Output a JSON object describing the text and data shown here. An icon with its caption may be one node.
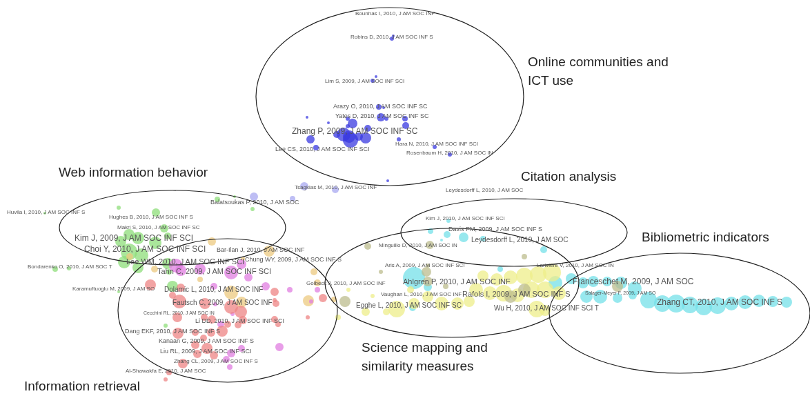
{
  "diagram": {
    "nodes": [
      {
        "text": [
          "Online communities and ICT use"
        ]
      },
      {
        "text": [
          "Web information behavior"
        ]
      },
      {
        "text": [
          "Citation analysis"
        ]
      },
      {
        "text": [
          "Bibliometric indicators"
        ]
      },
      {
        "text": [
          "Science mapping and similarity measures"
        ]
      },
      {
        "text": [
          "Information retrieval"
        ]
      }
    ],
    "labels": [
      "Bounhas I, 2010, J AM SOC INF",
      "Robins D, 2010, J AM SOC INF S",
      "Lim S, 2009, J AM SOC INF SCI",
      "Arazy O, 2010, J AM SOC INF SC",
      "Yates D, 2010, J AM SOC INF SC",
      "Zhang P, 2009, J AM SOC INF SC",
      "Lee CS, 2010, J AM SOC INF SCI",
      "Hara N, 2010, J AM SOC INF SCI",
      "Rosenbaum H, 2010, J AM SOC IN",
      "Tsagkias M, 2010, J AM SOC INF",
      "Leydesdorff L, 2010, J AM SOC",
      "Balatsoukas P, 2010, J AM SOC",
      "Huvila I, 2010, J AM SOC INF S",
      "Hughes B, 2010, J AM SOC INF S",
      "Makri S, 2010, J AM SOC INF SC",
      "Kim J, 2010, J AM SOC INF SCI",
      "Davis PM, 2009, J AM SOC INF S",
      "Kim J, 2009, J AM SOC INF SCI",
      "Choi Y, 2010, J AM SOC INF SCI",
      "Bar-Ilan J, 2010, J AM SOC INF",
      "Leydesdorff L, 2010, J AM SOC",
      "Minguillo D, 2010, J AM SOC IN",
      "Chung WY, 2009, J AM SOC INF S",
      "Bondarenko O, 2010, J AM SOC T",
      "Lee WM, 2010, J AM SOC INF SCI",
      "Aris A, 2009, J AM SOC INF SCI",
      "Larivière V, 2010, J AM SOC IN",
      "Tahn C, 2009, J AM SOC INF SCI",
      "Franceschet M, 2009, J AM SOC",
      "Ahlgren P, 2010, J AM SOC INF",
      "Golbeck J, 2010, J AM SOC INF",
      "Karamuftuoglu M, 2009, J AM SO",
      "Dolamic L, 2010, J AM SOC INF",
      "Salager-Meyer F, 2009, J AM SO",
      "Vaughan L, 2010, J AM SOC INF",
      "Rafols I, 2009, J AM SOC INF S",
      "Zhang CT, 2010, J AM SOC INF S",
      "Fautsch C, 2009, J AM SOC INF",
      "Egghe L, 2010, J AM SOC INF SC",
      "Cecchini RL, 2010, J AM SOC IN",
      "Wu H, 2010, J AM SOC INF SCI T",
      "Li DD, 2010, J AM SOC INF SCI",
      "Dang EKF, 2010, J AM SOC INF S",
      "Kanaan G, 2009, J AM SOC INF S",
      "Liu RL, 2009, J AM SOC INF SCI",
      "Zhang CL, 2009, J AM SOC INF S",
      "Al-Shawakfa E, 2010, J AM SOC"
    ]
  }
}
